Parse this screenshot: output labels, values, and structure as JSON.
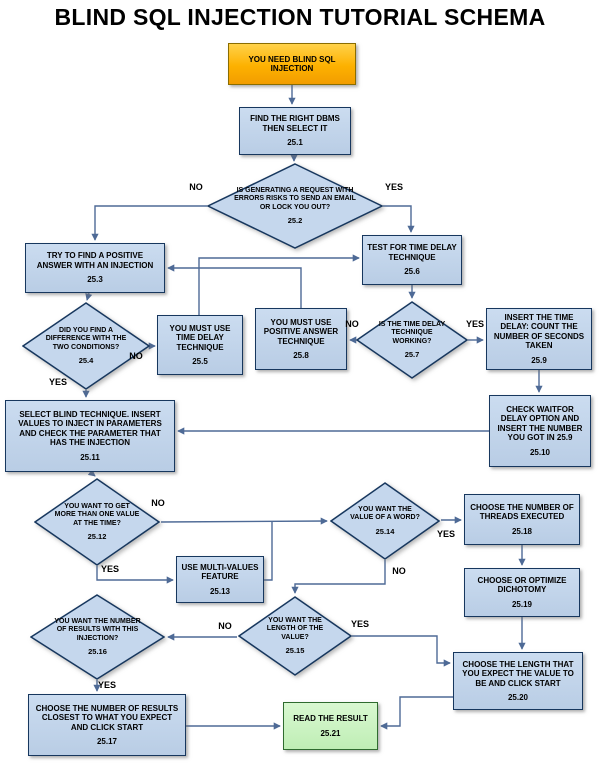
{
  "title": "BLIND SQL INJECTION TUTORIAL SCHEMA",
  "labels": {
    "yes": "YES",
    "no": "NO"
  },
  "nodes": {
    "start": {
      "label": "YOU NEED BLIND SQL INJECTION",
      "num": ""
    },
    "n1": {
      "label": "FIND THE RIGHT DBMS THEN SELECT IT",
      "num": "25.1"
    },
    "d2": {
      "label": "IS GENERATING A REQUEST WITH ERRORS RISKS TO SEND AN EMAIL OR LOCK YOU OUT?",
      "num": "25.2"
    },
    "n3": {
      "label": "TRY TO FIND A POSITIVE ANSWER WITH AN INJECTION",
      "num": "25.3"
    },
    "d4": {
      "label": "DID YOU FIND A DIFFERENCE WITH THE TWO CONDITIONS?",
      "num": "25.4"
    },
    "n5": {
      "label": "YOU MUST USE TIME DELAY TECHNIQUE",
      "num": "25.5"
    },
    "n6": {
      "label": "TEST FOR TIME DELAY TECHNIQUE",
      "num": "25.6"
    },
    "d7": {
      "label": "IS THE TIME DELAY TECHNIQUE WORKING?",
      "num": "25.7"
    },
    "n8": {
      "label": "YOU MUST USE POSITIVE ANSWER TECHNIQUE",
      "num": "25.8"
    },
    "n9": {
      "label": "INSERT THE TIME DELAY: COUNT THE NUMBER OF SECONDS TAKEN",
      "num": "25.9"
    },
    "n10": {
      "label": "CHECK WAITFOR DELAY OPTION AND INSERT THE NUMBER YOU GOT IN 25.9",
      "num": "25.10"
    },
    "n11": {
      "label": "SELECT BLIND TECHNIQUE. INSERT VALUES TO INJECT IN PARAMETERS AND CHECK THE PARAMETER THAT HAS THE INJECTION",
      "num": "25.11"
    },
    "d12": {
      "label": "YOU WANT TO GET MORE THAN ONE VALUE AT THE TIME?",
      "num": "25.12"
    },
    "n13": {
      "label": "USE MULTI-VALUES FEATURE",
      "num": "25.13"
    },
    "d14": {
      "label": "YOU WANT THE VALUE OF A WORD?",
      "num": "25.14"
    },
    "d15": {
      "label": "YOU WANT THE LENGTH OF THE VALUE?",
      "num": "25.15"
    },
    "d16": {
      "label": "YOU WANT THE NUMBER OF RESULTS WITH THIS INJECTION?",
      "num": "25.16"
    },
    "n17": {
      "label": "CHOOSE THE NUMBER OF RESULTS CLOSEST TO WHAT YOU EXPECT AND CLICK START",
      "num": "25.17"
    },
    "n18": {
      "label": "CHOOSE THE NUMBER OF THREADS EXECUTED",
      "num": "25.18"
    },
    "n19": {
      "label": "CHOOSE OR OPTIMIZE DICHOTOMY",
      "num": "25.19"
    },
    "n20": {
      "label": "CHOOSE THE LENGTH THAT YOU EXPECT THE VALUE TO BE AND CLICK START",
      "num": "25.20"
    },
    "n21": {
      "label": "READ THE RESULT",
      "num": "25.21"
    }
  },
  "colors": {
    "box_fill": "#C5D7ED",
    "box_border": "#17375E",
    "start_fill": "#FDB100",
    "end_fill": "#C9F2BF",
    "connector": "#4E6A96"
  }
}
